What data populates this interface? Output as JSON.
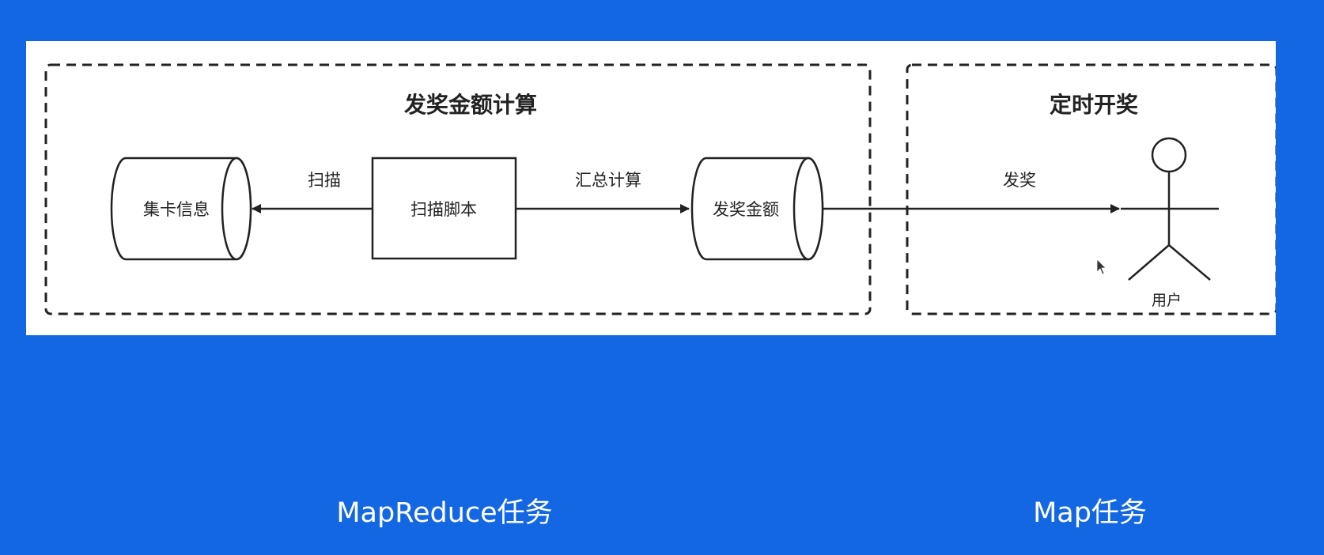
{
  "diagram": {
    "group_left": {
      "title": "发奖金额计算"
    },
    "group_right": {
      "title": "定时开奖"
    },
    "nodes": {
      "card_info": "集卡信息",
      "scan_script": "扫描脚本",
      "award_amount": "发奖金额",
      "user": "用户"
    },
    "edges": {
      "scan": "扫描",
      "summary_calc": "汇总计算",
      "award": "发奖"
    }
  },
  "captions": {
    "left": "MapReduce任务",
    "right": "Map任务"
  },
  "colors": {
    "background": "#1467e3",
    "panel": "#ffffff",
    "stroke": "#222222"
  }
}
